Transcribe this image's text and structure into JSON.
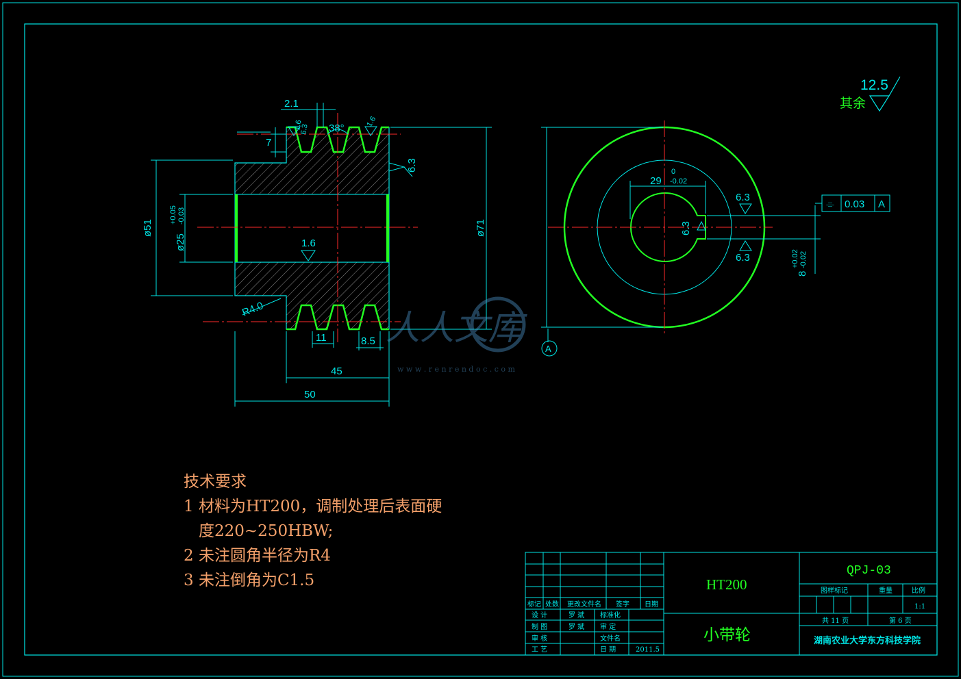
{
  "drawing": {
    "title_cn": "小带轮",
    "material": "HT200",
    "drawing_no": "QPJ-03",
    "scale": "1:1",
    "total_pages": "共 11 页",
    "page": "第 6 页",
    "school": "湖南农业大学东方科技学院",
    "date": "2011.5"
  },
  "roughness_note": {
    "label": "其余",
    "value": "12.5"
  },
  "dimensions": {
    "d1": "2.1",
    "d2": "38°",
    "d3": "7",
    "d4": "6.3",
    "d5": "1.6",
    "d6": "1.6",
    "d7": "6.3",
    "d8": "ø51",
    "d9": "ø25",
    "d9_tol_up": "+0.05",
    "d9_tol_low": "-0.03",
    "d10": "1.6",
    "d11": "R4.0",
    "d12": "11",
    "d13": "8.5",
    "d14": "45",
    "d15": "50",
    "d16": "ø71",
    "d17": "29",
    "d17_tol_up": "0",
    "d17_tol_low": "-0.02",
    "d18": "6.3",
    "d19": "6.3",
    "d20": "6.3",
    "d21": "8",
    "d21_tol_up": "+0.02",
    "d21_tol_low": "-0.02",
    "datum": "A"
  },
  "tolerance_frame": {
    "symbol": "⌯",
    "value": "0.03",
    "datum": "A"
  },
  "tech_requirements": {
    "heading": "技术要求",
    "line1": "1 材料为HT200，调制处理后表面硬",
    "line1b": "度220~250HBW;",
    "line2": "2 未注圆角半径为R4",
    "line3": "3 未注倒角为C1.5"
  },
  "title_block": {
    "h_mark": "标记",
    "h_count": "处数",
    "h_doc": "更改文件名",
    "h_sign": "签字",
    "h_date": "日期",
    "r_design": "设 计",
    "r_draw": "制 图",
    "r_check": "审 核",
    "r_process": "工 艺",
    "person1": "罗 斌",
    "person2": "罗 斌",
    "h_std": "标准化",
    "h_review": "审 定",
    "h_docname": "文件名",
    "h_day": "日 期",
    "h_stage": "图样标记",
    "h_weight": "重量",
    "h_ratio": "比例"
  },
  "watermark": {
    "text": "人人文库",
    "url": "w w w . r e n r e n d o c . c o m"
  }
}
